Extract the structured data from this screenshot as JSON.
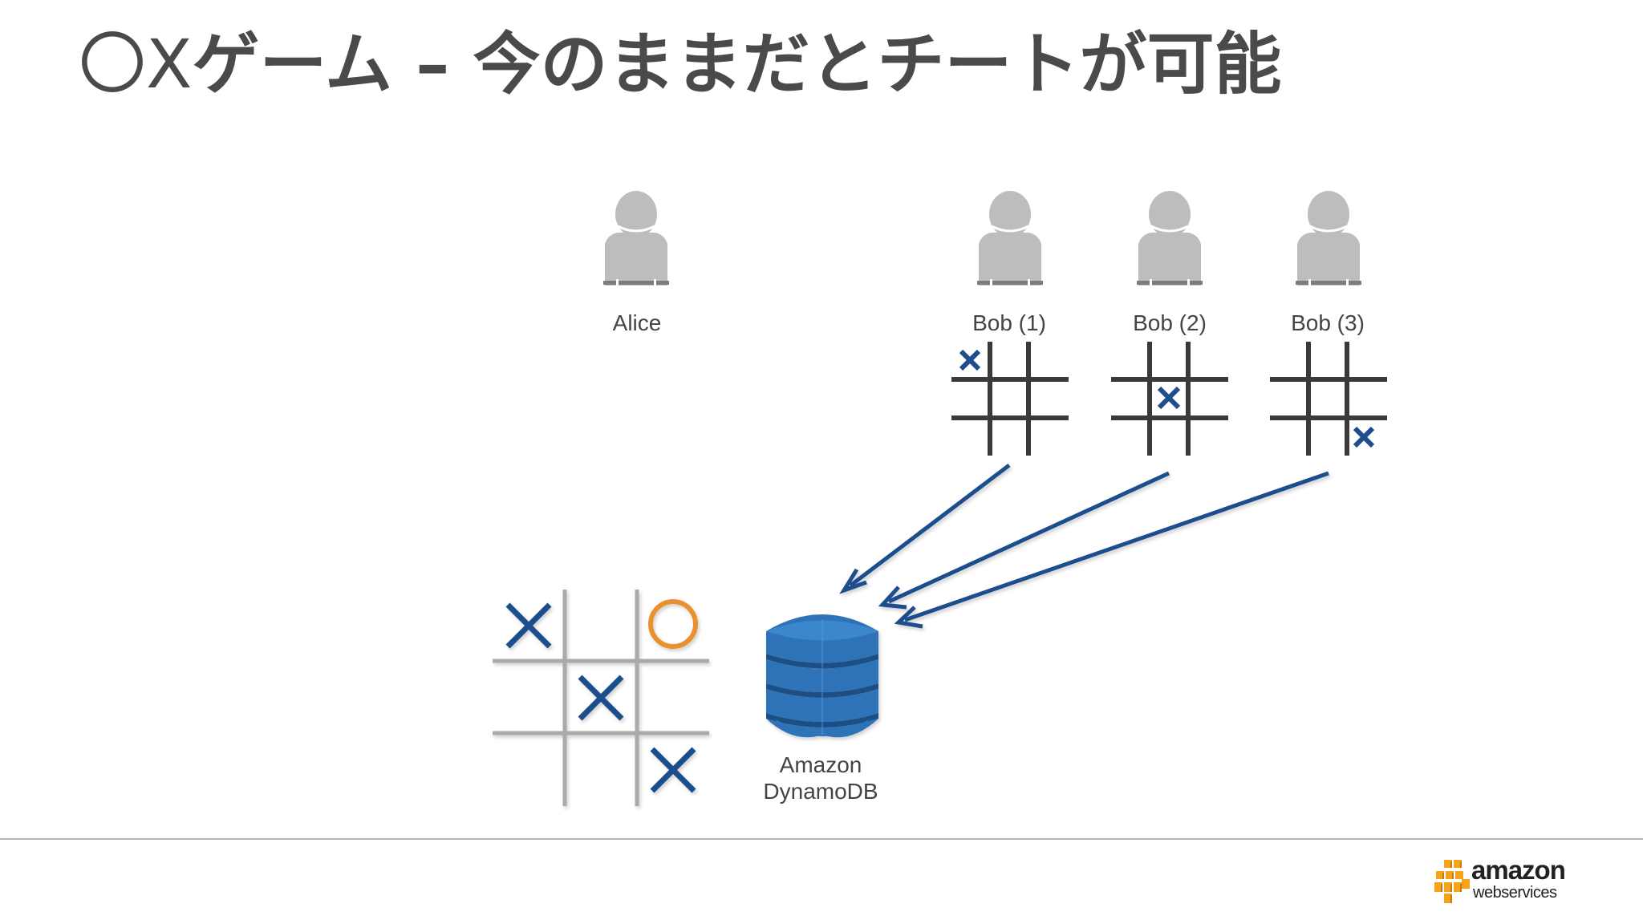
{
  "title": {
    "marks": "〇X",
    "text": "ゲーム – 今のままだとチートが可能"
  },
  "players": [
    {
      "id": "alice",
      "label": "Alice"
    },
    {
      "id": "bob1",
      "label": "Bob (1)"
    },
    {
      "id": "bob2",
      "label": "Bob (2)"
    },
    {
      "id": "bob3",
      "label": "Bob (3)"
    }
  ],
  "database": {
    "line1": "Amazon",
    "line2": "DynamoDB"
  },
  "bob_moves": [
    {
      "label": "Bob (1)",
      "row": 0,
      "col": 0
    },
    {
      "label": "Bob (2)",
      "row": 1,
      "col": 1
    },
    {
      "label": "Bob (3)",
      "row": 2,
      "col": 2
    }
  ],
  "shared_board": [
    [
      "X",
      "",
      "O"
    ],
    [
      "",
      "X",
      ""
    ],
    [
      "",
      "",
      "X"
    ]
  ],
  "logo": {
    "word": "amazon",
    "sub": "webservices"
  },
  "colors": {
    "cross": "#1f4e8c",
    "circle": "#e8912d",
    "arrow": "#1f4e8c",
    "user": "#bdbdbd",
    "grid_dark": "#3a3a3a",
    "grid_light": "#aaaaaa",
    "dynamo": "#2e73b8",
    "dynamo_dark": "#1d4f86",
    "aws_orange": "#f7a21b"
  }
}
